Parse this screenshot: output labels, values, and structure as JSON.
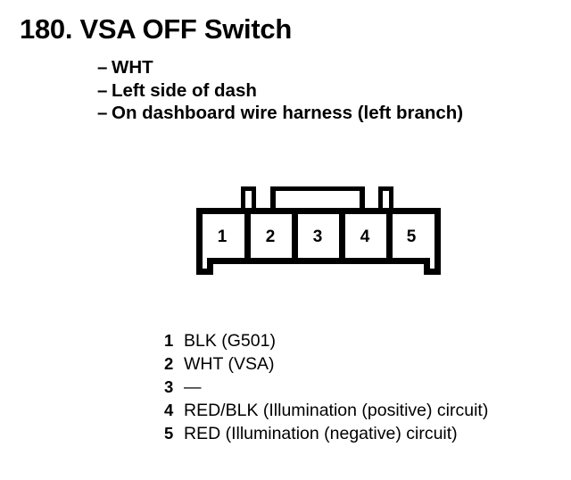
{
  "header": {
    "title": "180. VSA OFF Switch",
    "specs": [
      {
        "dash": "–",
        "text": "WHT"
      },
      {
        "dash": "–",
        "text": "Left side of dash"
      },
      {
        "dash": "–",
        "text": "On dashboard wire harness (left branch)"
      }
    ]
  },
  "connector": {
    "pin_count": 5,
    "pin_labels": [
      "1",
      "2",
      "3",
      "4",
      "5"
    ],
    "outline_color": "#000000",
    "fill_color": "#ffffff"
  },
  "pin_legend": [
    {
      "num": "1",
      "desc": "BLK (G501)"
    },
    {
      "num": "2",
      "desc": "WHT (VSA)"
    },
    {
      "num": "3",
      "desc": "—"
    },
    {
      "num": "4",
      "desc": "RED/BLK (Illumination (positive) circuit)"
    },
    {
      "num": "5",
      "desc": "RED (Illumination (negative) circuit)"
    }
  ]
}
